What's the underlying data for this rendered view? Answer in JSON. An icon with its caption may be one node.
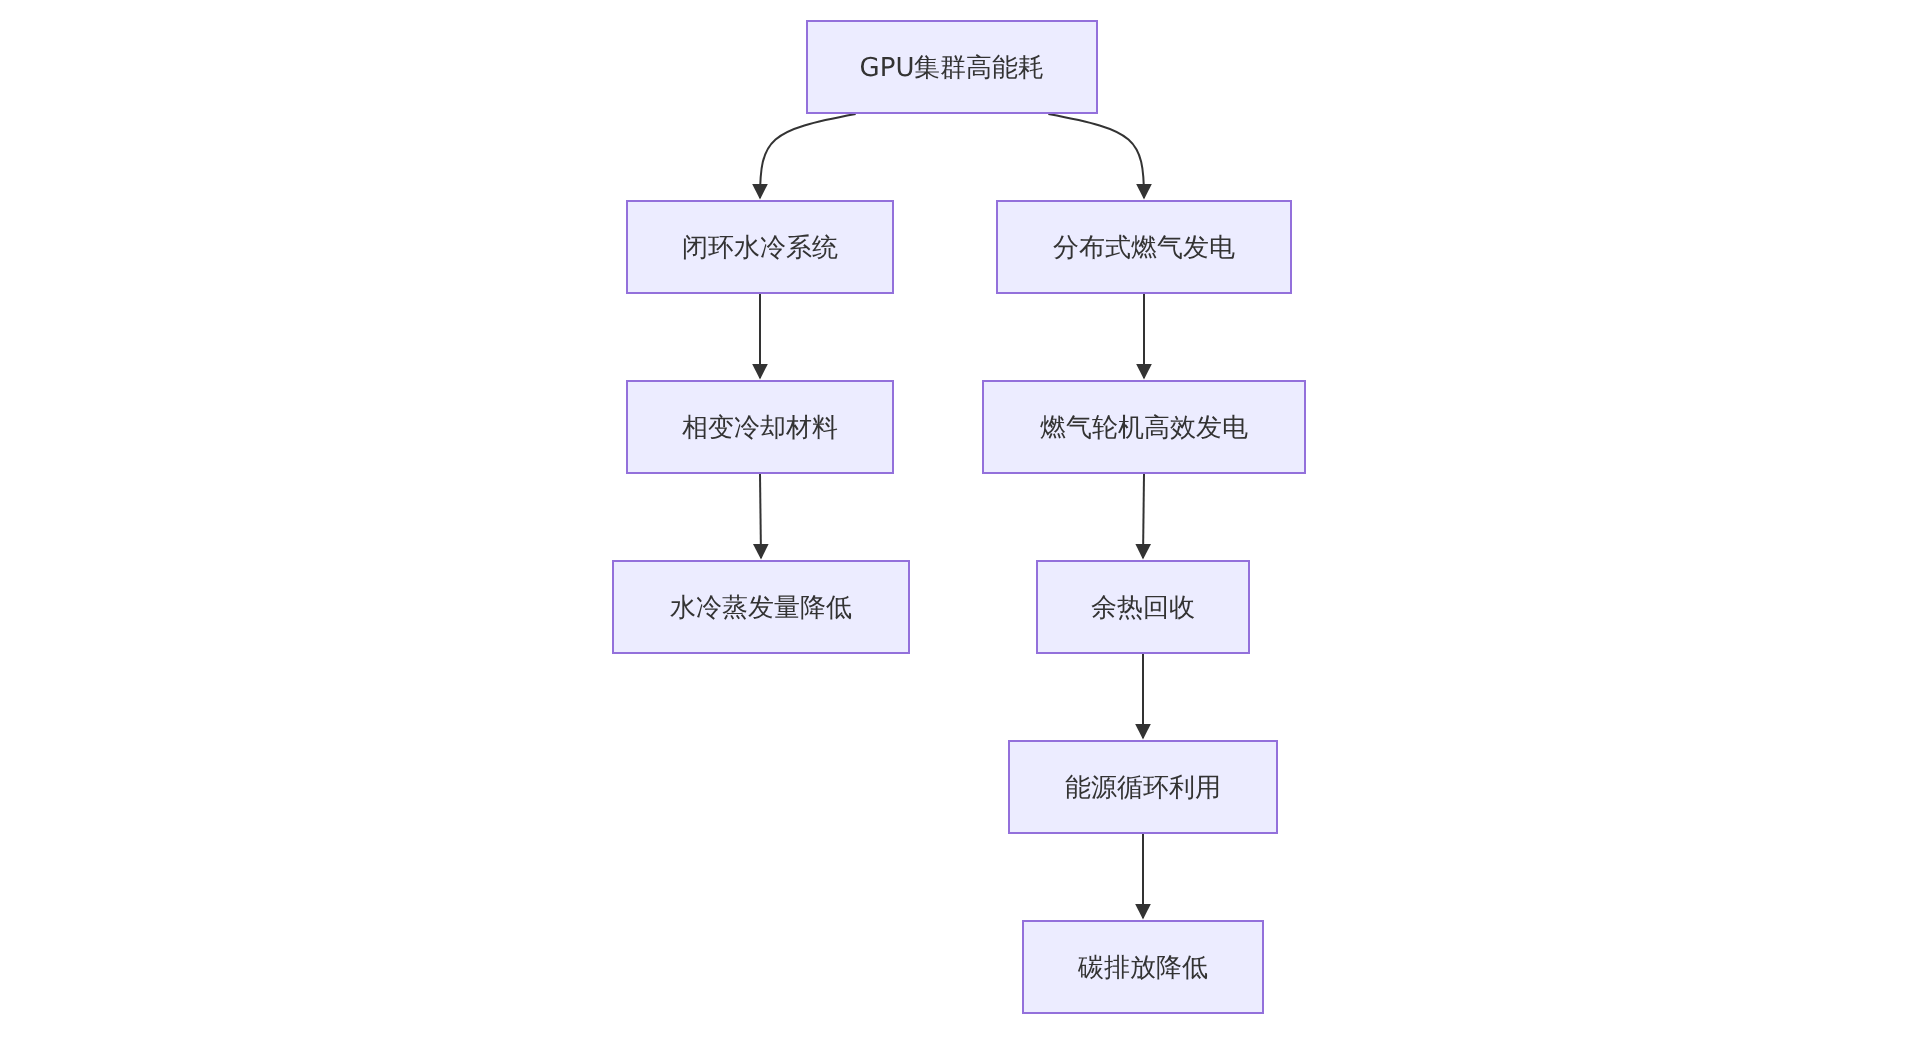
{
  "diagram": {
    "nodes": [
      {
        "text": [
          "GPU集群高能耗"
        ]
      },
      {
        "text": [
          "闭环水冷系统"
        ]
      },
      {
        "text": [
          "分布式燃气发电"
        ]
      },
      {
        "text": [
          "相变冷却材料"
        ]
      },
      {
        "text": [
          "燃气轮机高效发电"
        ]
      },
      {
        "text": [
          "水冷蒸发量降低"
        ]
      },
      {
        "text": [
          "余热回收"
        ]
      },
      {
        "text": [
          "能源循环利用"
        ]
      },
      {
        "text": [
          "碳排放降低"
        ]
      }
    ],
    "edges": [
      {
        "from": 0,
        "to": 1,
        "arrow": "to"
      },
      {
        "from": 0,
        "to": 2,
        "arrow": "to"
      },
      {
        "from": 1,
        "to": 3,
        "arrow": "to"
      },
      {
        "from": 3,
        "to": 5,
        "arrow": "to"
      },
      {
        "from": 2,
        "to": 4,
        "arrow": "to"
      },
      {
        "from": 4,
        "to": 6,
        "arrow": "to"
      },
      {
        "from": 6,
        "to": 7,
        "arrow": "to"
      },
      {
        "from": 7,
        "to": 8,
        "arrow": "to"
      }
    ]
  }
}
